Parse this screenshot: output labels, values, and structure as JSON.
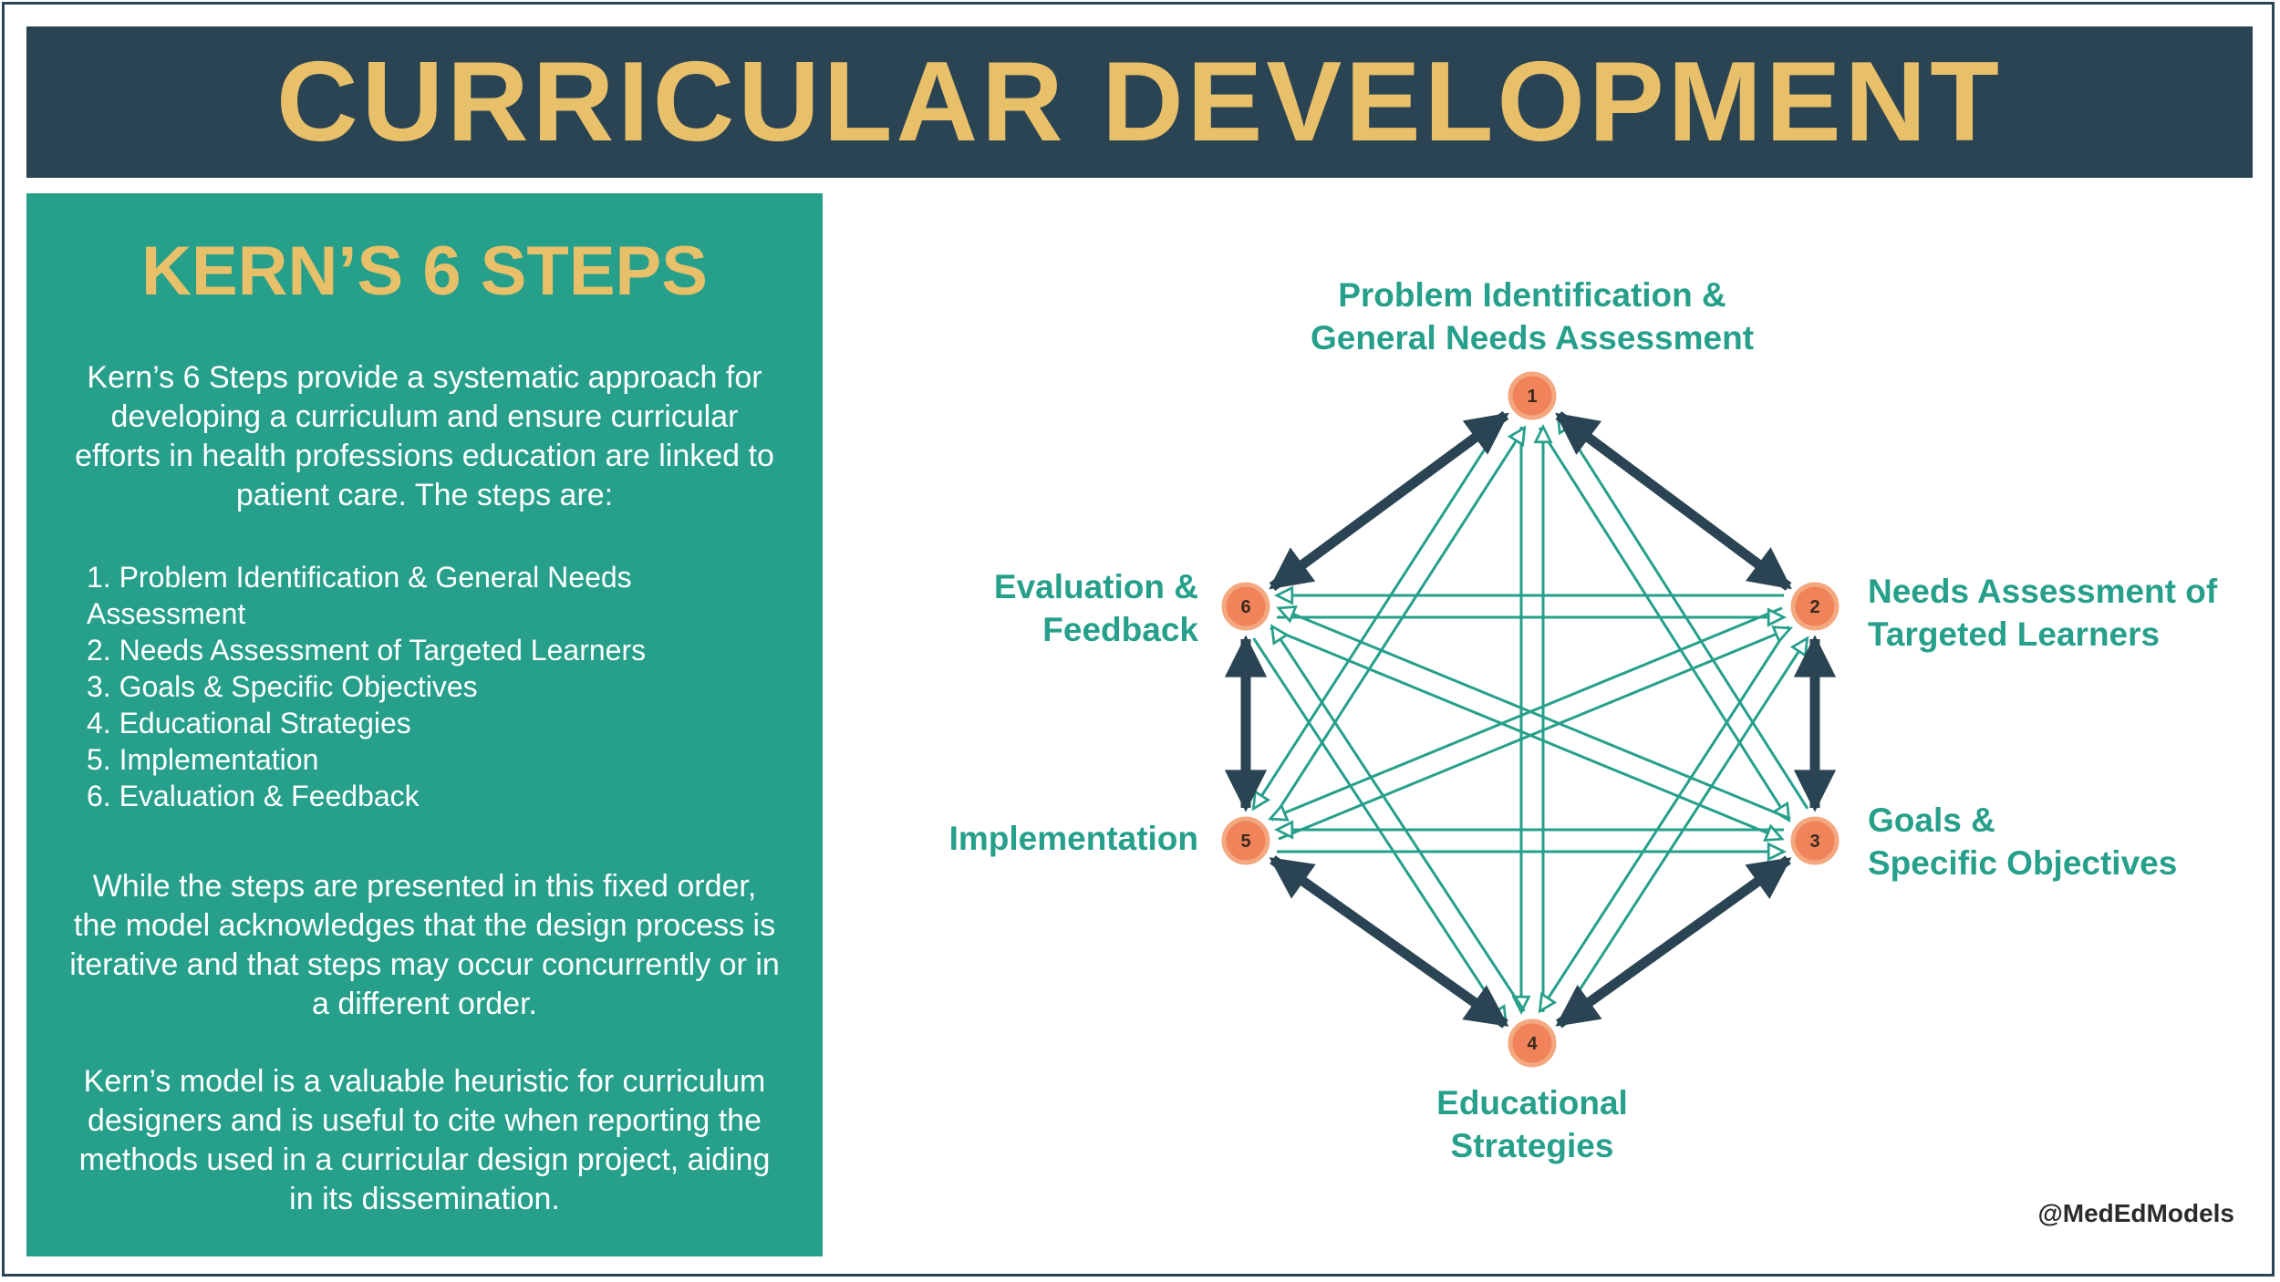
{
  "title": "CURRICULAR DEVELOPMENT",
  "panel": {
    "heading": "KERN’S 6 STEPS",
    "intro": "Kern’s 6 Steps provide a systematic approach for developing a curriculum and ensure curricular efforts in health professions education are linked to patient care. The steps are:",
    "steps": [
      "1. Problem Identification & General Needs Assessment",
      "2. Needs Assessment of Targeted Learners",
      "3. Goals & Specific Objectives",
      "4. Educational Strategies",
      "5. Implementation",
      "6. Evaluation & Feedback"
    ],
    "closing_1": "While the steps are presented in this fixed order, the model acknowledges that the design process is iterative and that steps may occur concurrently or in a different order.",
    "closing_2": "Kern’s model is a valuable heuristic for curriculum designers and is useful to cite when reporting the methods used in a curricular design project, aiding in its dissemination."
  },
  "diagram": {
    "nodes": [
      {
        "num": "1",
        "label_lines": [
          "Problem Identification &",
          "General Needs Assessment"
        ]
      },
      {
        "num": "2",
        "label_lines": [
          "Needs Assessment of",
          "Targeted Learners"
        ]
      },
      {
        "num": "3",
        "label_lines": [
          "Goals &",
          "Specific Objectives"
        ]
      },
      {
        "num": "4",
        "label_lines": [
          "Educational",
          "Strategies"
        ]
      },
      {
        "num": "5",
        "label_lines": [
          "Implementation"
        ]
      },
      {
        "num": "6",
        "label_lines": [
          "Evaluation &",
          "Feedback"
        ]
      }
    ],
    "outer_links": [
      [
        1,
        2
      ],
      [
        2,
        3
      ],
      [
        3,
        4
      ],
      [
        4,
        5
      ],
      [
        5,
        6
      ],
      [
        6,
        1
      ]
    ],
    "inner_links": [
      [
        1,
        3
      ],
      [
        1,
        4
      ],
      [
        1,
        5
      ],
      [
        2,
        4
      ],
      [
        2,
        5
      ],
      [
        2,
        6
      ],
      [
        3,
        5
      ],
      [
        3,
        6
      ],
      [
        4,
        6
      ]
    ],
    "colors": {
      "outer_arrow": "#2b4453",
      "inner_arrow": "#269f8b",
      "node_fill": "#f0835a",
      "node_ring": "#f4a87f"
    }
  },
  "handle": "@MedEdModels"
}
